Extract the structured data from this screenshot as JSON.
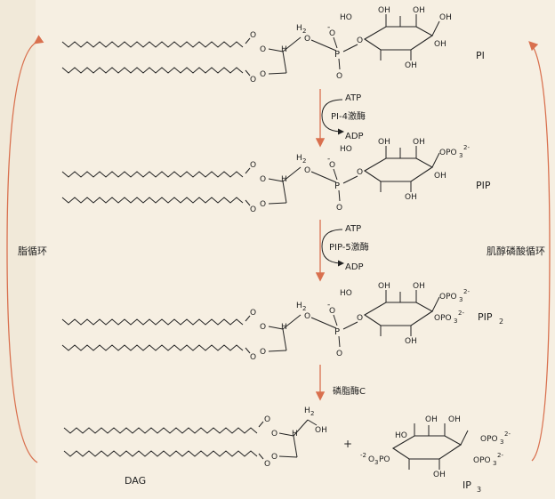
{
  "compounds": {
    "pi": "PI",
    "pip": "PIP",
    "pip2": "PIP",
    "pip2_sub": "2",
    "ip3": "IP",
    "ip3_sub": "3",
    "dag": "DAG"
  },
  "reactions": {
    "step1": {
      "atp": "ATP",
      "enzyme": "PI-4激酶",
      "adp": "ADP"
    },
    "step2": {
      "atp": "ATP",
      "enzyme": "PIP-5激酶",
      "adp": "ADP"
    },
    "step3": {
      "enzyme": "磷脂酶C"
    }
  },
  "cycles": {
    "left": "脂循环",
    "right": "肌醇磷酸循环"
  },
  "atoms": {
    "oh": "OH",
    "ho": "HO",
    "o": "O",
    "p": "P",
    "h": "H",
    "h2": "H",
    "h2_sub": "2",
    "minus": "-",
    "plus": "+",
    "opo3": "OPO",
    "opo3_sub": "3",
    "opo3_sup": "2-",
    "o3po": "O",
    "o3po_sup_left": "-2",
    "o3po_sub": "3",
    "o3po_tail": "PO"
  },
  "colors": {
    "arrow_red": "#d9704e",
    "ink": "#222222",
    "background": "#f6efe2"
  }
}
